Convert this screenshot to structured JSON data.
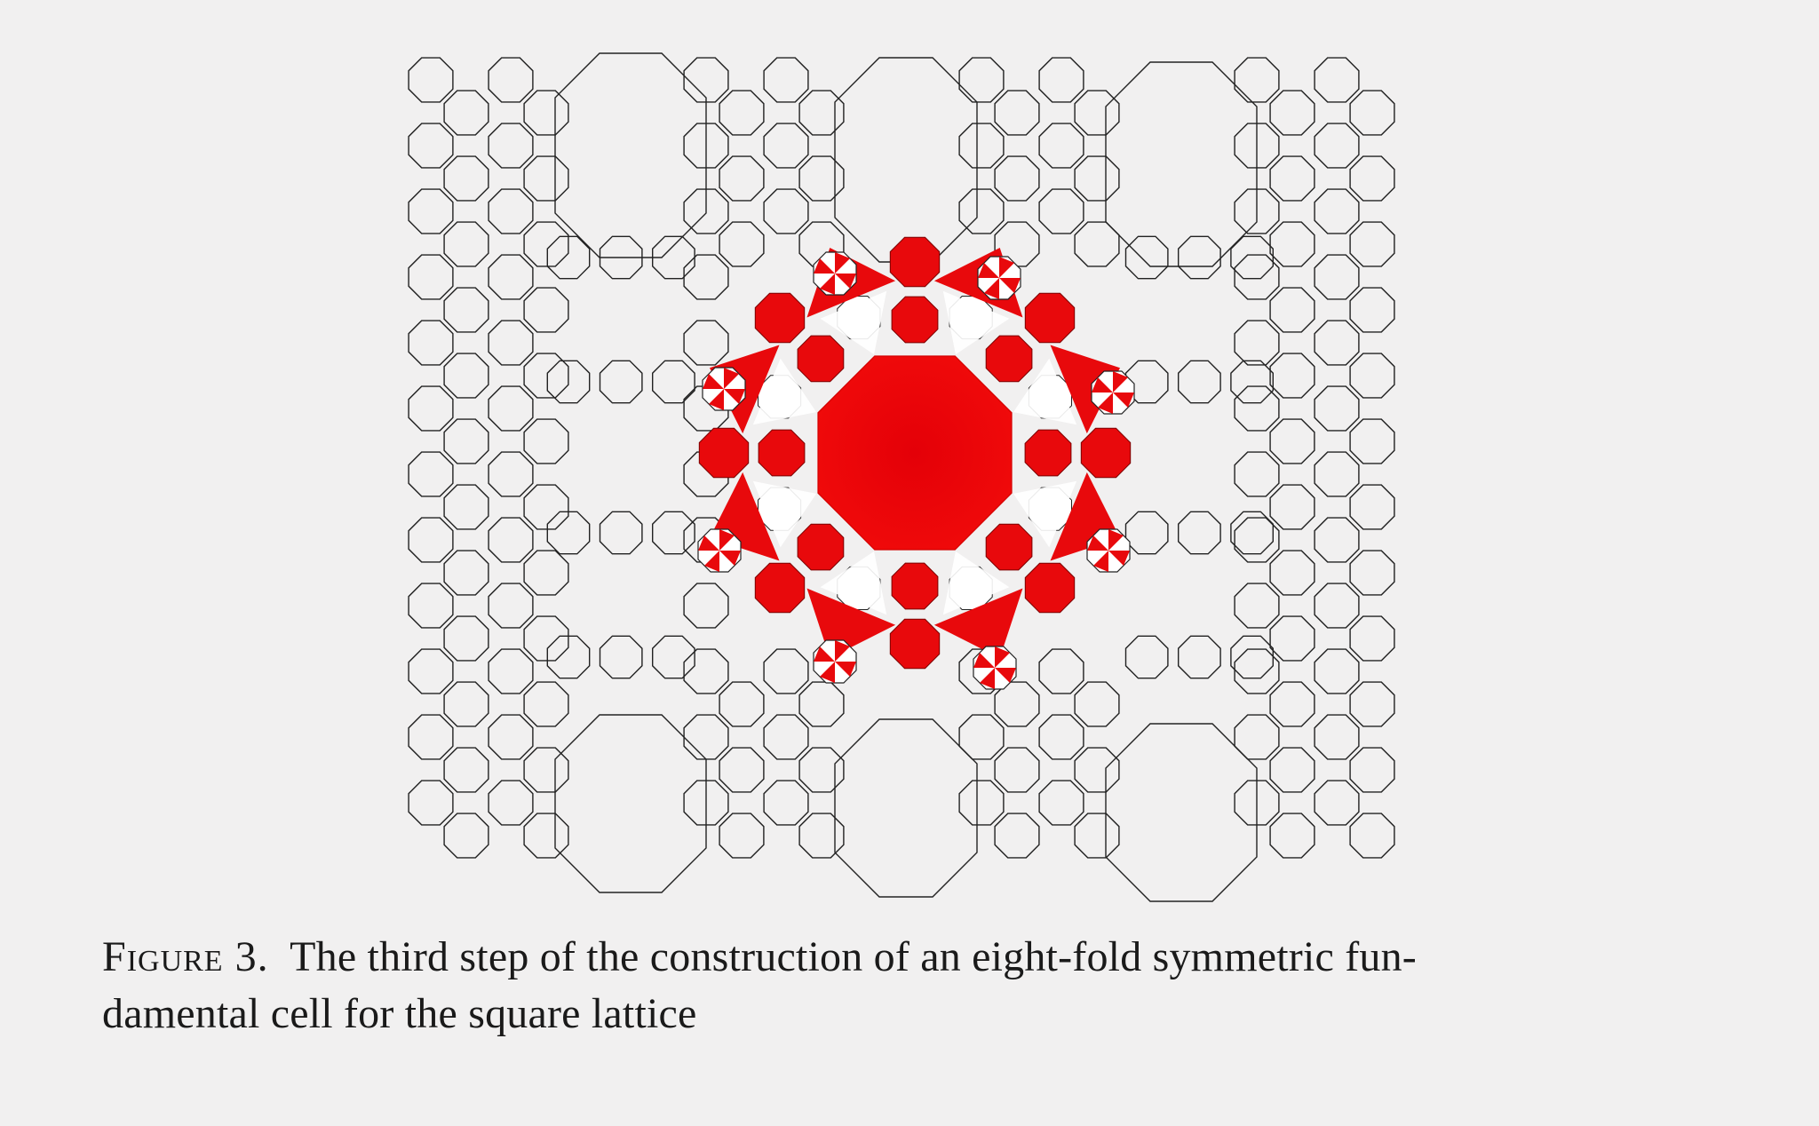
{
  "figure": {
    "colors": {
      "background": "#f1f0f0",
      "stroke": "#222222",
      "red": "#e8090c",
      "red_dark": "#d40000",
      "white": "#ffffff"
    },
    "motifs": [
      "octagon-lattice",
      "elongated-octagon",
      "red-eight-fold-star",
      "red-pinwheel-octagon"
    ]
  },
  "caption": {
    "label": "Figure 3.",
    "text_line1": "The third step of the construction of an eight-fold symmetric fun-",
    "text_line2": "damental cell for the square lattice"
  }
}
